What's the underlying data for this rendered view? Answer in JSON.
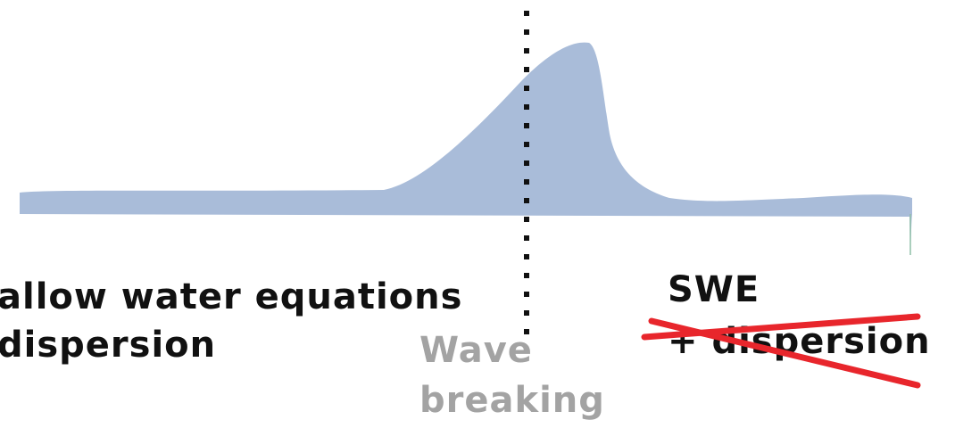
{
  "left_label": {
    "line1": "allow water equations",
    "line2": "dispersion"
  },
  "middle_label": {
    "line1": "Wave",
    "line2": "breaking"
  },
  "right_label": {
    "line1": "SWE",
    "line2": "+ dispersion"
  },
  "colors": {
    "wave_fill": "#a9bcd9",
    "text_dark": "#111111",
    "text_gray": "#a3a3a3",
    "dotted_line": "#111111",
    "cross_out": "#e8262c"
  }
}
